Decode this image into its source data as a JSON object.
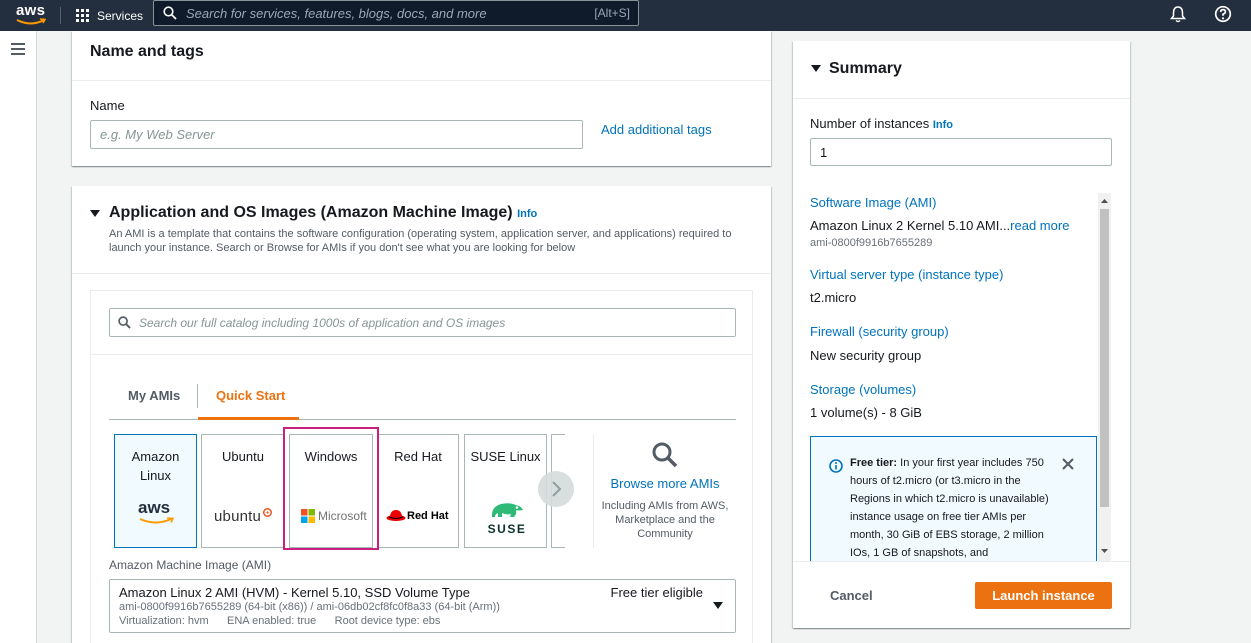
{
  "topnav": {
    "logo_text": "aws",
    "services_label": "Services",
    "search_placeholder": "Search for services, features, blogs, docs, and more",
    "search_shortcut": "[Alt+S]"
  },
  "name_tags": {
    "title": "Name and tags",
    "name_label": "Name",
    "name_placeholder": "e.g. My Web Server",
    "add_tags_link": "Add additional tags"
  },
  "ami_section": {
    "title": "Application and OS Images (Amazon Machine Image)",
    "info": "Info",
    "description": "An AMI is a template that contains the software configuration (operating system, application server, and applications) required to launch your instance. Search or Browse for AMIs if you don't see what you are looking for below",
    "search_placeholder": "Search our full catalog including 1000s of application and OS images",
    "tabs": [
      {
        "label": "My AMIs"
      },
      {
        "label": "Quick Start"
      }
    ],
    "os_options": [
      {
        "name_line1": "Amazon",
        "name_line2": "Linux",
        "logo": "aws"
      },
      {
        "name_line1": "Ubuntu",
        "logo": "ubuntu"
      },
      {
        "name_line1": "Windows",
        "logo": "Microsoft"
      },
      {
        "name_line1": "Red Hat",
        "logo": "Red Hat"
      },
      {
        "name_line1": "SUSE Linux",
        "logo": "SUSE"
      }
    ],
    "browse_more": "Browse more AMIs",
    "browse_sub": "Including AMIs from AWS, Marketplace and the Community",
    "ami_label": "Amazon Machine Image (AMI)",
    "selected_ami": {
      "title": "Amazon Linux 2 AMI (HVM) - Kernel 5.10, SSD Volume Type",
      "ids": "ami-0800f9916b7655289 (64-bit (x86)) / ami-06db02cf8fc0f8a33 (64-bit (Arm))",
      "meta": "Virtualization: hvm      ENA enabled: true      Root device type: ebs",
      "badge": "Free tier eligible"
    }
  },
  "summary": {
    "title": "Summary",
    "instances_label": "Number of instances",
    "instances_info": "Info",
    "instances_value": "1",
    "items": [
      {
        "heading": "Software Image (AMI)",
        "value": "Amazon Linux 2 Kernel 5.10 AMI...",
        "link": "read more",
        "sub": "ami-0800f9916b7655289"
      },
      {
        "heading": "Virtual server type (instance type)",
        "value": "t2.micro"
      },
      {
        "heading": "Firewall (security group)",
        "value": "New security group"
      },
      {
        "heading": "Storage (volumes)",
        "value": "1 volume(s) - 8 GiB"
      }
    ],
    "free_tier_bold": "Free tier:",
    "free_tier_text": " In your first year includes 750 hours of t2.micro (or t3.micro in the Regions in which t2.micro is unavailable) instance usage on free tier AMIs per month, 30 GiB of EBS storage, 2 million IOs, 1 GB of snapshots, and",
    "cancel": "Cancel",
    "launch": "Launch instance"
  }
}
